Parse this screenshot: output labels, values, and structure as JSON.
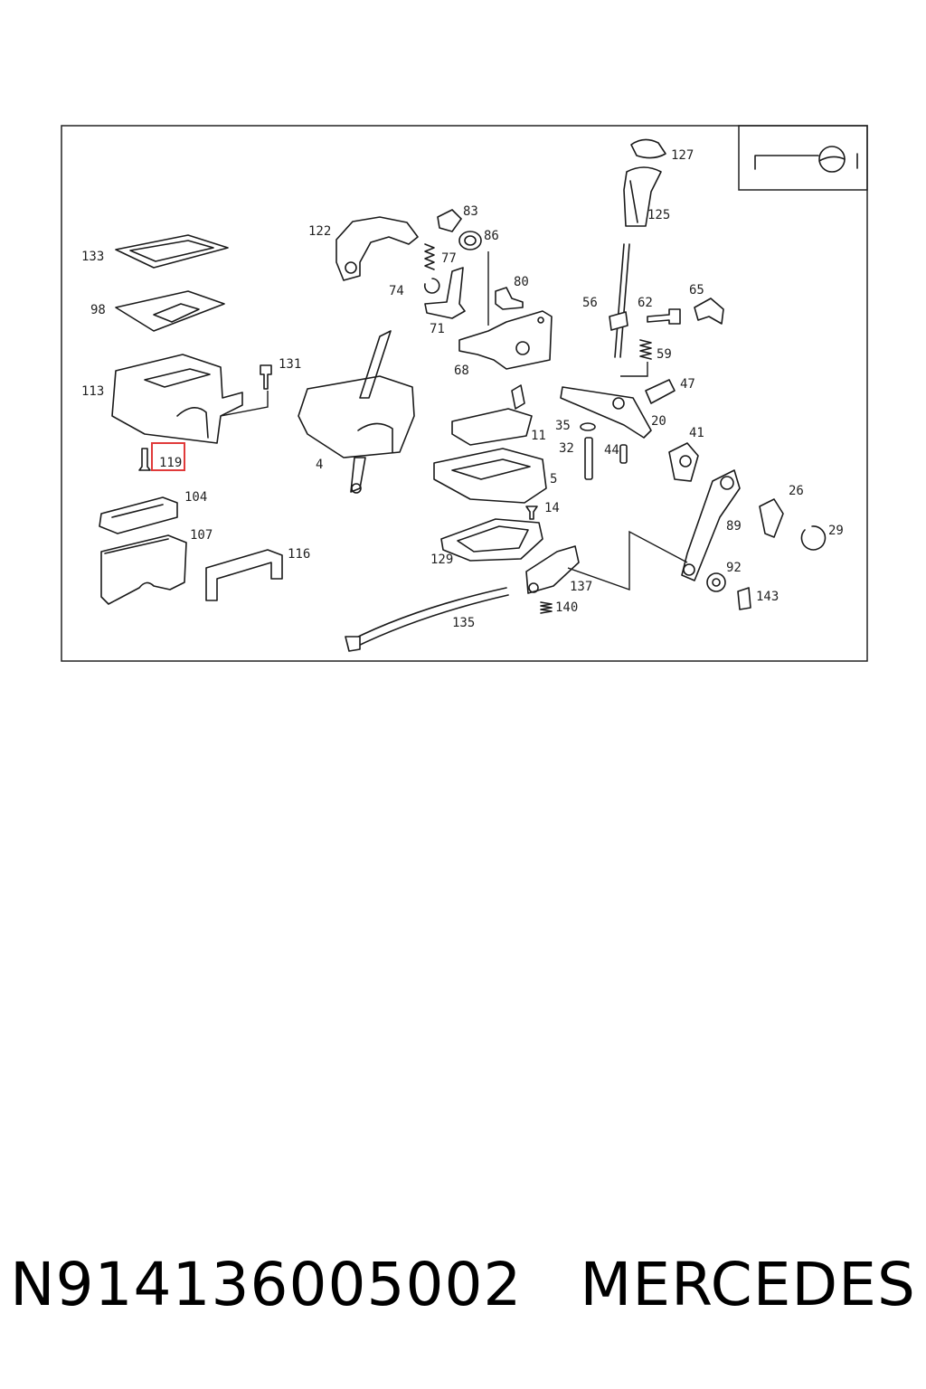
{
  "diagram": {
    "labels": [
      "127",
      "125",
      "122",
      "83",
      "86",
      "133",
      "77",
      "80",
      "74",
      "71",
      "98",
      "56",
      "62",
      "65",
      "68",
      "59",
      "131",
      "47",
      "113",
      "35",
      "20",
      "41",
      "11",
      "32",
      "44",
      "119",
      "5",
      "4",
      "26",
      "14",
      "104",
      "89",
      "29",
      "107",
      "116",
      "92",
      "129",
      "137",
      "143",
      "140",
      "135"
    ],
    "highlighted_label": "119",
    "highlight_color": "#e03a3a"
  },
  "caption": {
    "part_number": "N914136005002",
    "brand": "MERCEDES"
  }
}
